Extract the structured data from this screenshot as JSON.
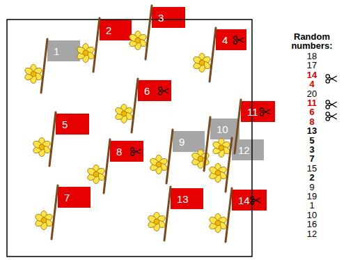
{
  "diagram": {
    "nodes": [
      {
        "text": [
          "3"
        ]
      },
      {
        "text": [
          "2"
        ]
      },
      {
        "text": [
          "4"
        ]
      },
      {
        "text": [
          "1"
        ]
      },
      {
        "text": [
          "6"
        ]
      },
      {
        "text": [
          "11"
        ]
      },
      {
        "text": [
          "5"
        ]
      },
      {
        "text": [
          "10"
        ]
      },
      {
        "text": [
          "9"
        ]
      },
      {
        "text": [
          "12"
        ]
      },
      {
        "text": [
          "8"
        ]
      },
      {
        "text": [
          "7"
        ]
      },
      {
        "text": [
          "13"
        ]
      },
      {
        "text": [
          "14"
        ]
      }
    ],
    "labels": [
      "Random numbers:",
      "18",
      "17",
      "14",
      "4",
      "20",
      "11",
      "6",
      "8",
      "13",
      "5",
      "3",
      "7",
      "15",
      "2",
      "9",
      "19",
      "1",
      "10",
      "16",
      "12"
    ]
  }
}
